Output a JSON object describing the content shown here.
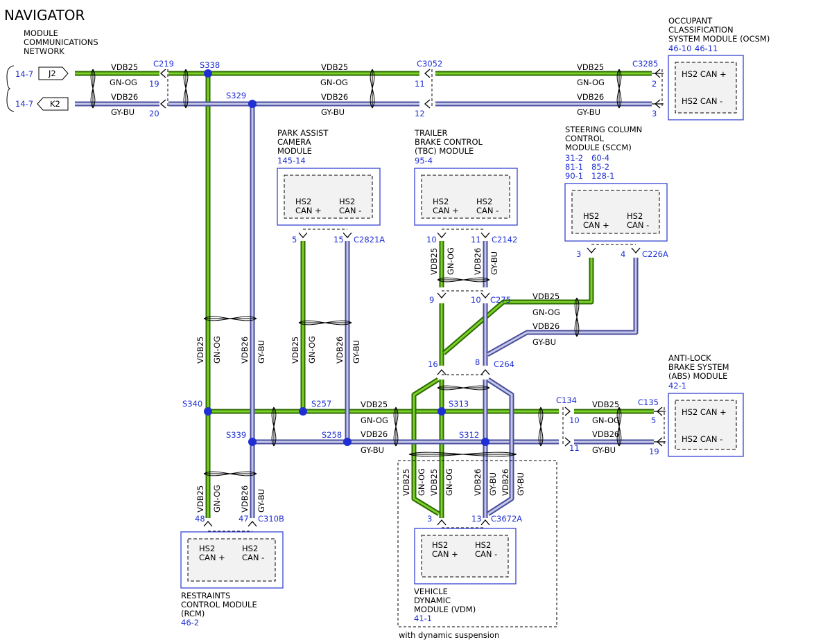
{
  "title": "NAVIGATOR",
  "network_label": [
    "MODULE",
    "COMMUNICATIONS",
    "NETWORK"
  ],
  "page_refs": {
    "j2": "14-7",
    "k2": "14-7"
  },
  "flags": {
    "j2": "J2",
    "k2": "K2"
  },
  "wire": {
    "can_plus": "VDB25",
    "can_plus_color": "GN-OG",
    "can_minus": "VDB26",
    "can_minus_color": "GY-BU",
    "green_hex": "#7dd22a",
    "blue_hex": "#4a4d9c"
  },
  "hs2_can_plus": "HS2 CAN +",
  "hs2_can_minus": "HS2 CAN -",
  "hs2": "HS2",
  "can_plus": "CAN +",
  "can_minus": "CAN -",
  "connectors": {
    "c219": "C219",
    "c3052": "C3052",
    "c3285": "C3285",
    "c2821a": "C2821A",
    "c2142": "C2142",
    "c226a": "C226A",
    "c275": "C275",
    "c264": "C264",
    "c134": "C134",
    "c135": "C135",
    "c310b": "C310B",
    "c3672a": "C3672A"
  },
  "splices": {
    "s338": "S338",
    "s329": "S329",
    "s340": "S340",
    "s339": "S339",
    "s257": "S257",
    "s258": "S258",
    "s313": "S313",
    "s312": "S312"
  },
  "pins": {
    "c219_top": "19",
    "c219_bot": "20",
    "c3052_top": "11",
    "c3052_bot": "12",
    "c3285_top": "2",
    "c3285_bot": "3",
    "pa_left": "5",
    "pa_right": "15",
    "tbc_left": "10",
    "tbc_right": "11",
    "c275_left": "9",
    "c275_right": "10",
    "c264_left": "16",
    "c264_right": "8",
    "sccm_left": "3",
    "sccm_right": "4",
    "c134_top": "10",
    "c134_bot": "11",
    "c135_top": "5",
    "c135_bot": "19",
    "rcm_left": "48",
    "rcm_right": "47",
    "vdm_left": "3",
    "vdm_right": "13"
  },
  "modules": {
    "ocsm": {
      "name": [
        "OCCUPANT",
        "CLASSIFICATION",
        "SYSTEM MODULE (OCSM)"
      ],
      "refs": [
        "46-10",
        "46-11"
      ]
    },
    "park_assist": {
      "name": [
        "PARK ASSIST",
        "CAMERA",
        "MODULE"
      ],
      "refs": [
        "145-14"
      ]
    },
    "tbc": {
      "name": [
        "TRAILER",
        "BRAKE CONTROL",
        "(TBC) MODULE"
      ],
      "refs": [
        "95-4"
      ]
    },
    "sccm": {
      "name": [
        "STEERING COLUMN",
        "CONTROL",
        "MODULE (SCCM)"
      ],
      "refs": [
        "31-2",
        "60-4",
        "81-1",
        "85-2",
        "90-1",
        "128-1"
      ]
    },
    "abs": {
      "name": [
        "ANTI-LOCK",
        "BRAKE SYSTEM",
        "(ABS) MODULE"
      ],
      "refs": [
        "42-1"
      ]
    },
    "rcm": {
      "name": [
        "RESTRAINTS",
        "CONTROL MODULE",
        "(RCM)"
      ],
      "refs": [
        "46-2"
      ]
    },
    "vdm": {
      "name": [
        "VEHICLE",
        "DYNAMIC",
        "MODULE (VDM)"
      ],
      "refs": [
        "41-1"
      ]
    }
  },
  "vdm_note": "with dynamic suspension"
}
